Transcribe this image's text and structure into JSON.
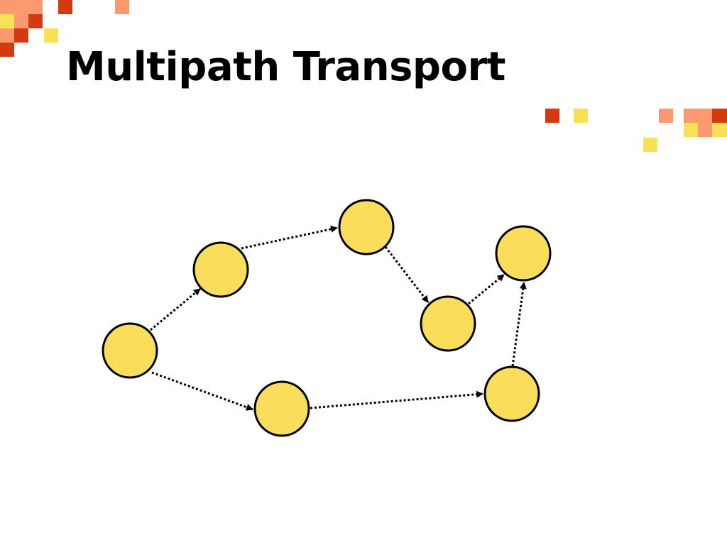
{
  "slide": {
    "title": "Multipath Transport"
  },
  "colors": {
    "node_fill": "#f9dd5b",
    "node_stroke": "#000000",
    "edge": "#000000",
    "deco_red": "#d43a0f",
    "deco_orange": "#fa9a6e",
    "deco_yellow": "#f9e157"
  },
  "diagram": {
    "type": "network-graph",
    "node_count": 7,
    "edges_description": "two dotted arrow paths from the leftmost node to the rightmost node"
  }
}
